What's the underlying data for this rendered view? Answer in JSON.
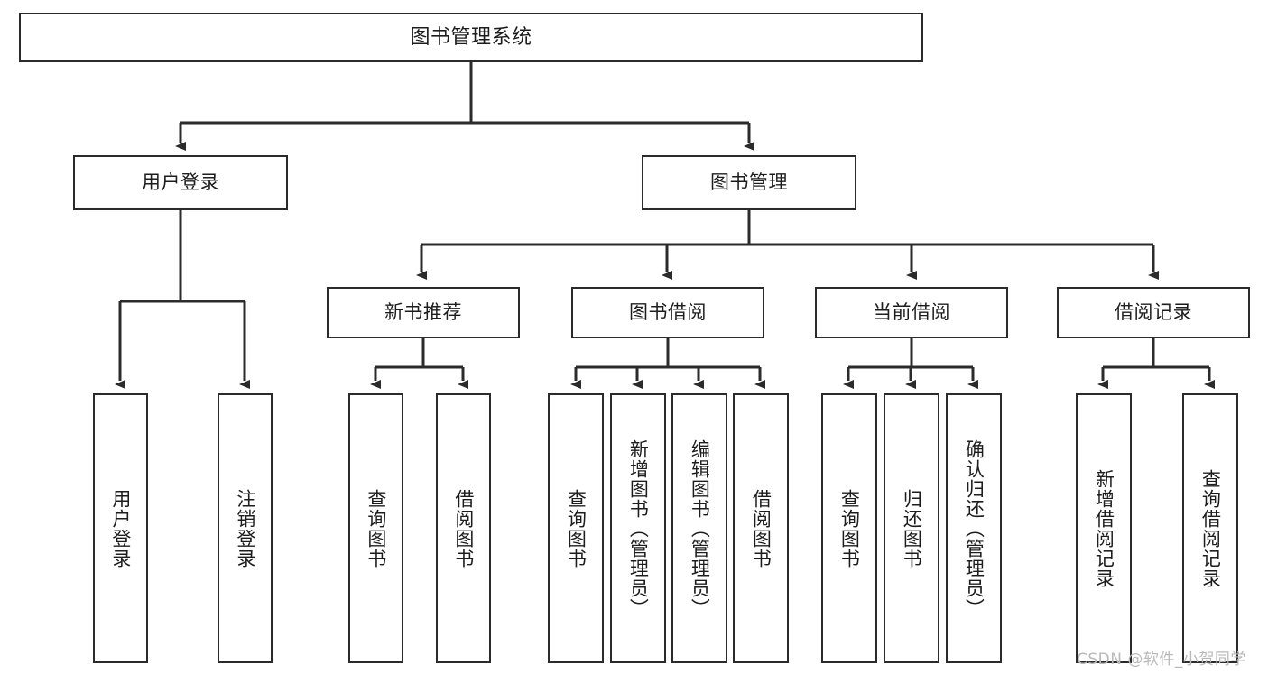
{
  "diagram": {
    "type": "tree-hierarchy",
    "title": "图书管理系统",
    "watermark": "CSDN @软件_小贺同学",
    "colors": {
      "box_border": "#2b2b2b",
      "box_fill": "#ffffff",
      "connector": "#2b2b2b",
      "text": "#1d1d1d",
      "watermark": "#b9b9b9"
    },
    "levels": {
      "root": {
        "label": "图书管理系统"
      },
      "level2": [
        {
          "id": "user-login",
          "label": "用户登录"
        },
        {
          "id": "book-manage",
          "label": "图书管理"
        }
      ],
      "level3": [
        {
          "id": "new-book-rec",
          "label": "新书推荐",
          "parent": "book-manage"
        },
        {
          "id": "book-borrow",
          "label": "图书借阅",
          "parent": "book-manage"
        },
        {
          "id": "current-borrow",
          "label": "当前借阅",
          "parent": "book-manage"
        },
        {
          "id": "borrow-record",
          "label": "借阅记录",
          "parent": "book-manage"
        }
      ],
      "leaves": [
        {
          "id": "leaf-user-login",
          "label": "用户登录",
          "parent": "user-login"
        },
        {
          "id": "leaf-user-logout",
          "label": "注销登录",
          "parent": "user-login"
        },
        {
          "id": "leaf-query-book-1",
          "label": "查询图书",
          "parent": "new-book-rec"
        },
        {
          "id": "leaf-borrow-book-1",
          "label": "借阅图书",
          "parent": "new-book-rec"
        },
        {
          "id": "leaf-query-book-2",
          "label": "查询图书",
          "parent": "book-borrow"
        },
        {
          "id": "leaf-add-book",
          "label": "新增图书（管理员）",
          "parent": "book-borrow"
        },
        {
          "id": "leaf-edit-book",
          "label": "编辑图书（管理员）",
          "parent": "book-borrow"
        },
        {
          "id": "leaf-borrow-book-2",
          "label": "借阅图书",
          "parent": "book-borrow"
        },
        {
          "id": "leaf-query-book-3",
          "label": "查询图书",
          "parent": "current-borrow"
        },
        {
          "id": "leaf-return-book",
          "label": "归还图书",
          "parent": "current-borrow"
        },
        {
          "id": "leaf-confirm-return",
          "label": "确认归还（管理员）",
          "parent": "current-borrow"
        },
        {
          "id": "leaf-add-record",
          "label": "新增借阅记录",
          "parent": "borrow-record"
        },
        {
          "id": "leaf-query-record",
          "label": "查询借阅记录",
          "parent": "borrow-record"
        }
      ]
    }
  }
}
